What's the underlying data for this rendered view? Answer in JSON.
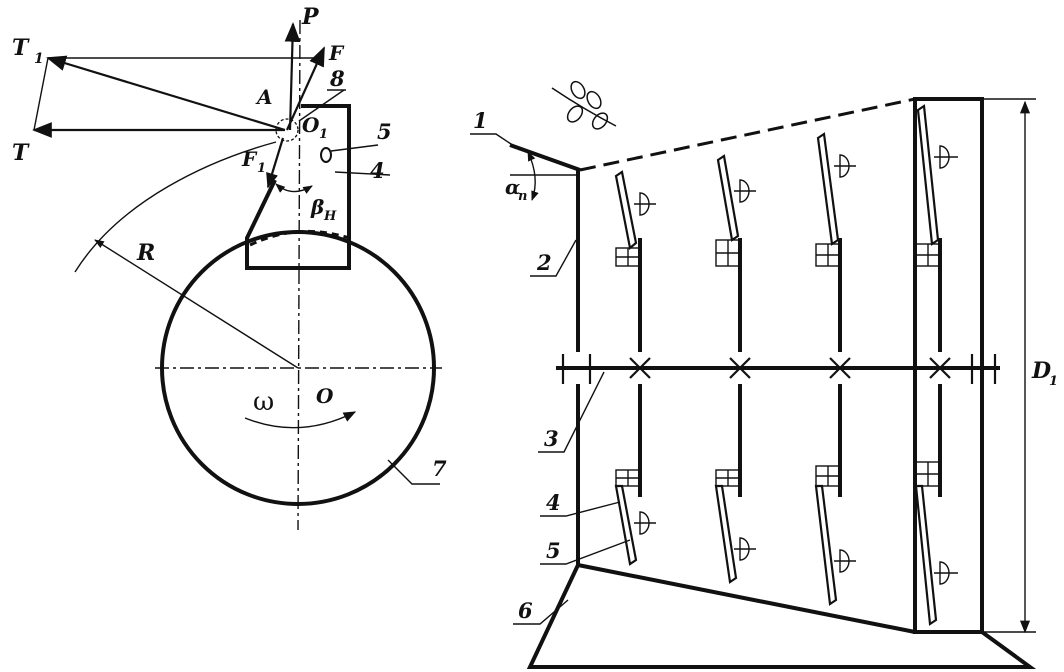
{
  "left_figure": {
    "labels": {
      "P": "P",
      "F": "F",
      "T1": "T",
      "T1_sub": "1",
      "T": "T",
      "A": "A",
      "O1": "O",
      "O1_sub": "1",
      "F1": "F",
      "F1_sub": "1",
      "beta": "β",
      "beta_sub": "H",
      "R": "R",
      "omega": "ω",
      "O": "O",
      "n8": "8",
      "n5": "5",
      "n4": "4",
      "n7": "7"
    }
  },
  "right_figure": {
    "labels": {
      "n1": "1",
      "n2": "2",
      "n3": "3",
      "n4": "4",
      "n5": "5",
      "n6": "6",
      "alpha": "α",
      "alpha_sub": "n",
      "D1": "D",
      "D1_sub": "1"
    }
  }
}
